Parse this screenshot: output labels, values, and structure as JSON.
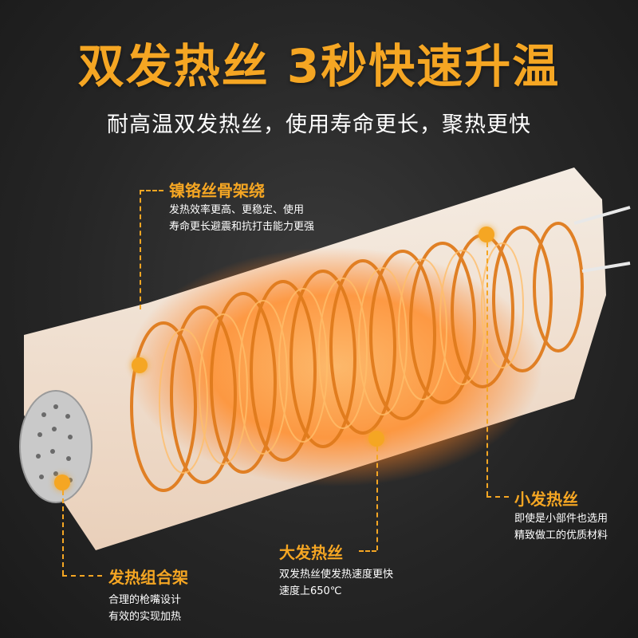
{
  "headline": "双发热丝 3秒快速升温",
  "subhead": "耐高温双发热丝，使用寿命更长，聚热更快",
  "callouts": {
    "frame_winding": {
      "title": "镍铬丝骨架绕",
      "desc_line1": "发热效率更高、更稳定、使用",
      "desc_line2": "寿命更长避震和抗打击能力更强"
    },
    "small_wire": {
      "title": "小发热丝",
      "desc_line1": "即使是小部件也选用",
      "desc_line2": "精致做工的优质材料"
    },
    "big_wire": {
      "title": "大发热丝",
      "desc_line1": "双发热丝使发热速度更快",
      "desc_line2": "速度上650℃"
    },
    "combo_frame": {
      "title": "发热组合架",
      "desc_line1": "合理的枪嘴设计",
      "desc_line2": "有效的实现加热"
    }
  },
  "colors": {
    "accent": "#f5a623",
    "text": "#ffffff",
    "background": "#262626"
  }
}
